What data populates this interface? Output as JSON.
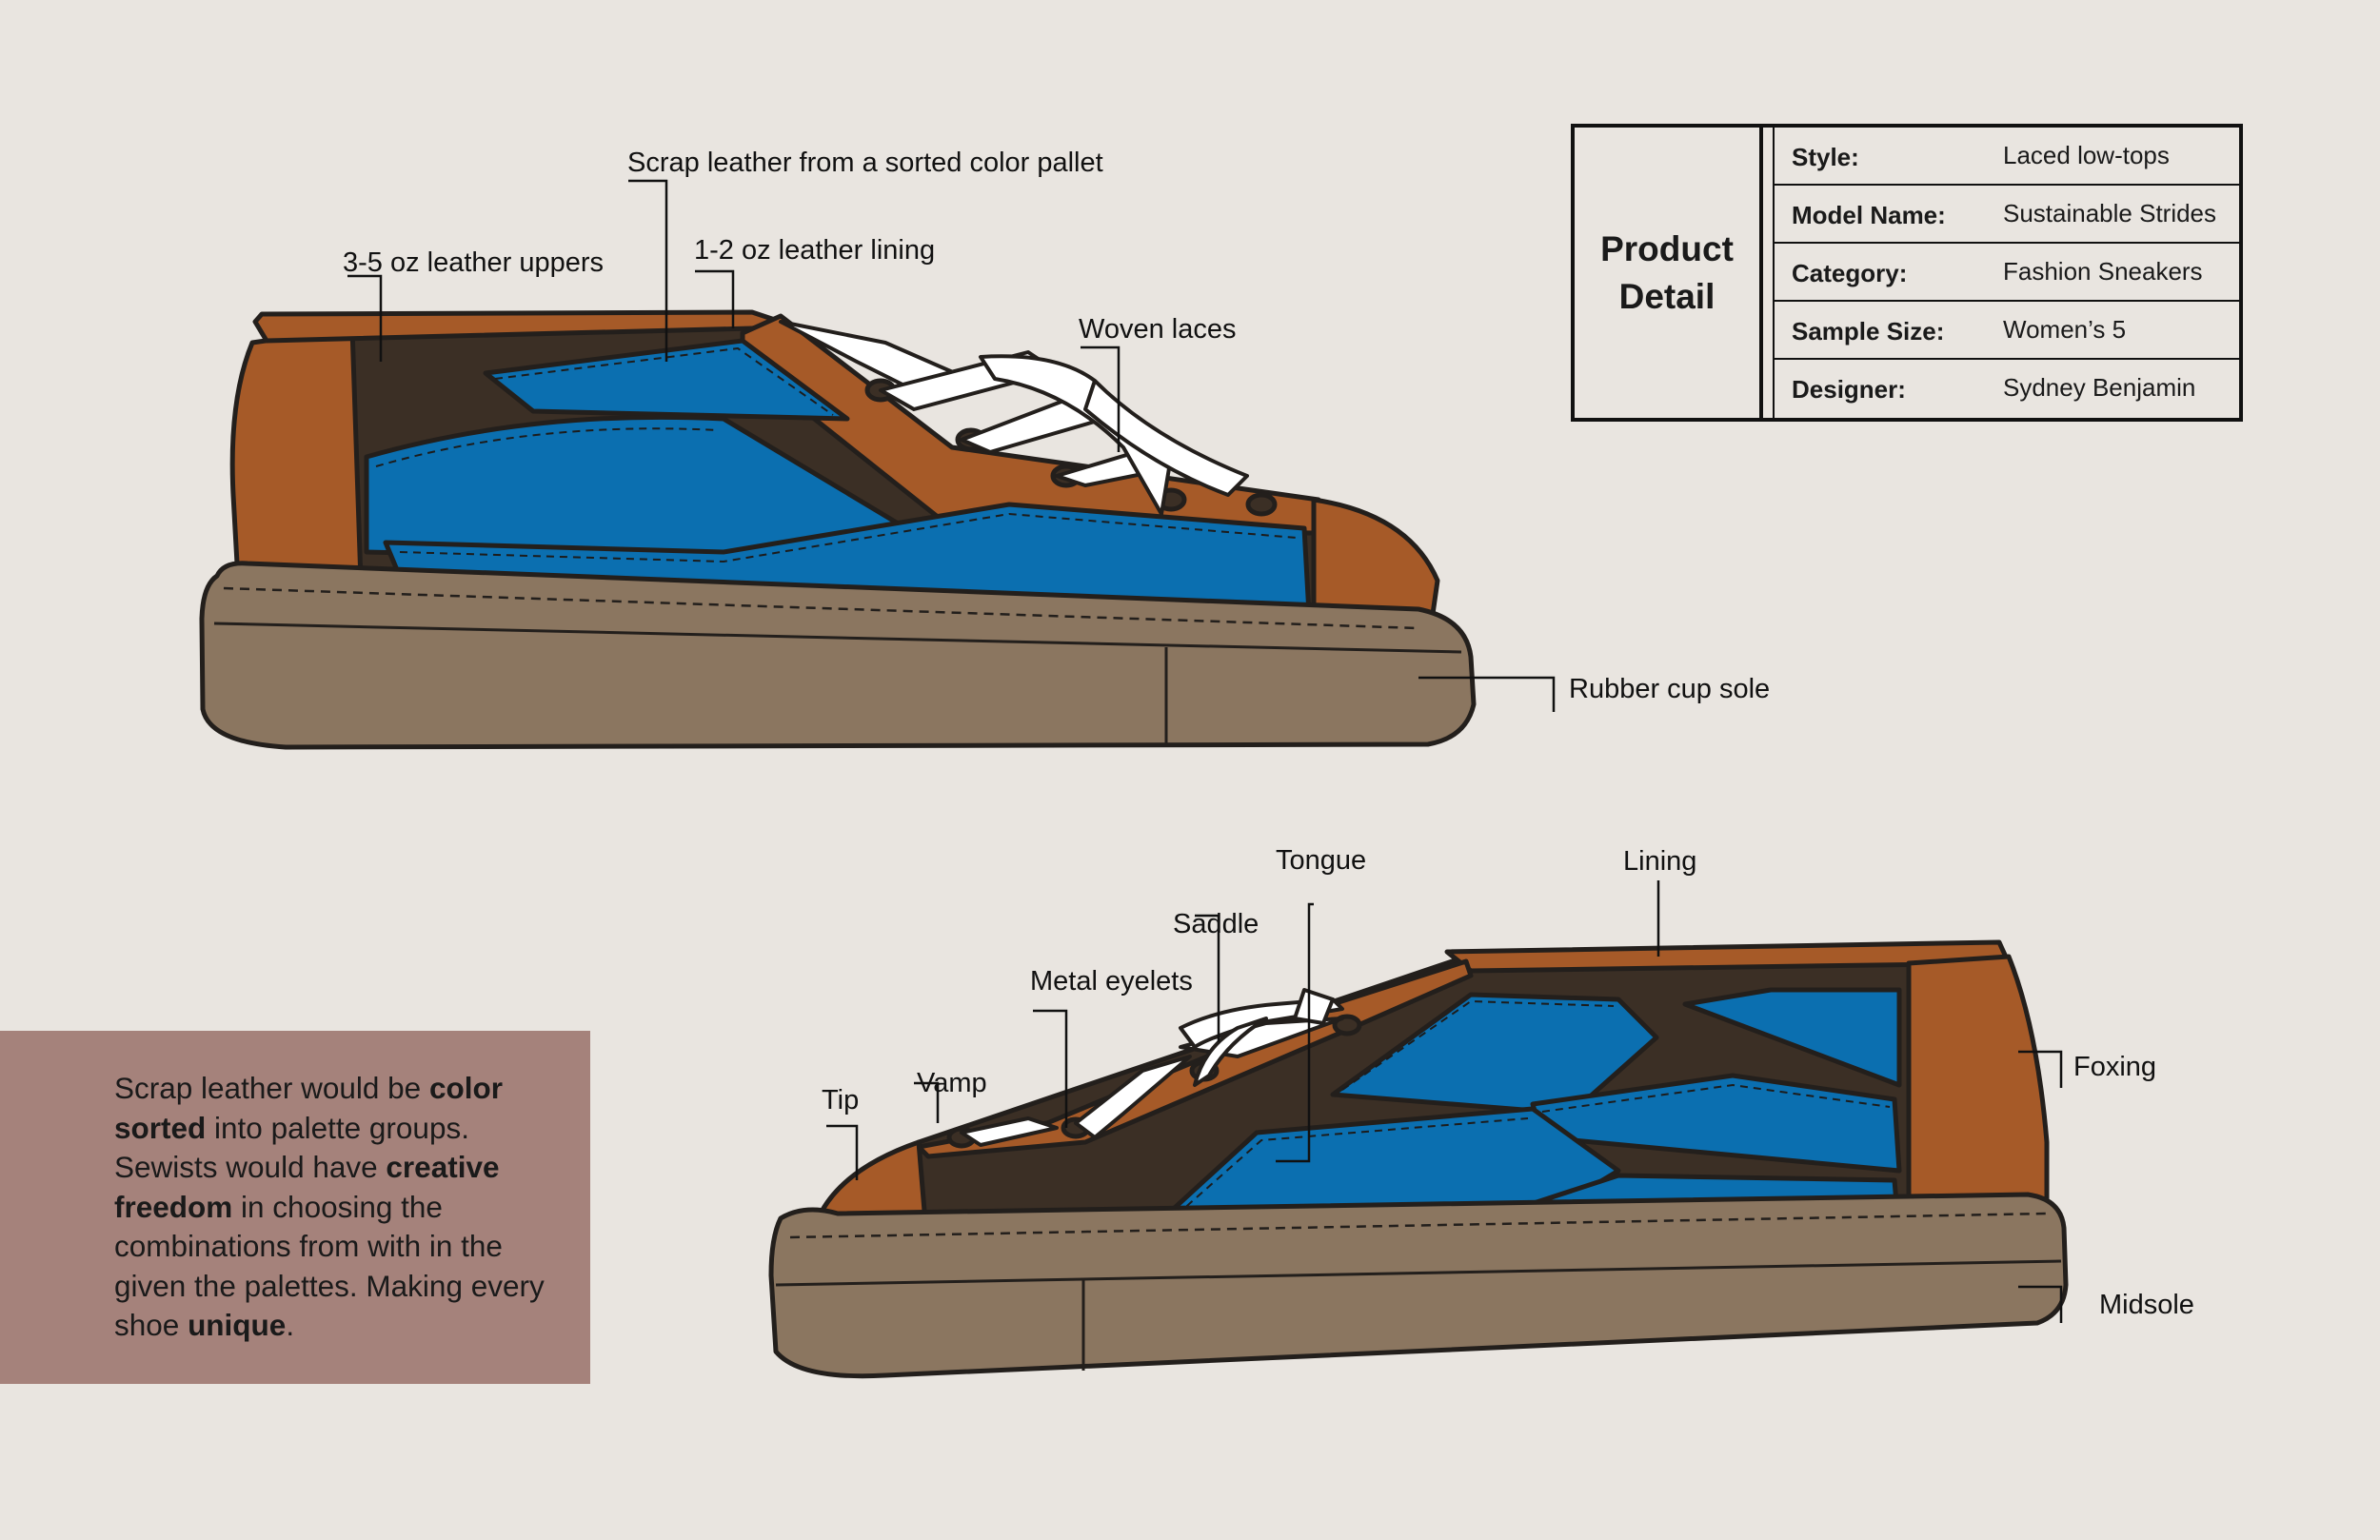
{
  "top_shoe_labels": {
    "scrap_leather": "Scrap leather from a sorted color pallet",
    "uppers": "3-5 oz leather uppers",
    "lining": "1-2 oz leather lining",
    "laces": "Woven laces",
    "sole": "Rubber cup sole"
  },
  "bottom_shoe_labels": {
    "tongue": "Tongue",
    "lining": "Lining",
    "saddle": "Saddle",
    "eyelets": "Metal eyelets",
    "tip": "Tip",
    "vamp": "Vamp",
    "foxing": "Foxing",
    "midsole": "Midsole"
  },
  "product_detail": {
    "title": "Product\nDetail",
    "rows": [
      {
        "key": "Style:",
        "value": "Laced low-tops"
      },
      {
        "key": "Model Name:",
        "value": "Sustainable Strides"
      },
      {
        "key": "Category:",
        "value": "Fashion Sneakers"
      },
      {
        "key": "Sample Size:",
        "value": "Women’s 5"
      },
      {
        "key": "Designer:",
        "value": "Sydney Benjamin"
      }
    ]
  },
  "note": {
    "parts": [
      {
        "text": "Scrap leather would be ",
        "bold": false
      },
      {
        "text": "color sorted",
        "bold": true
      },
      {
        "text": " into palette groups. Sewists would have ",
        "bold": false
      },
      {
        "text": "creative freedom",
        "bold": true
      },
      {
        "text": " in choosing the combinations from with in the given the palettes. Making every shoe ",
        "bold": false
      },
      {
        "text": "unique",
        "bold": true
      },
      {
        "text": ".",
        "bold": false
      }
    ]
  },
  "colors": {
    "background": "#e9e5e0",
    "leather_tan": "#a65a28",
    "leather_blue": "#0b6fb0",
    "lining_dark": "#3b2f25",
    "sole": "#8b7660",
    "lace": "#ffffff",
    "note_bg": "#a5827b"
  }
}
